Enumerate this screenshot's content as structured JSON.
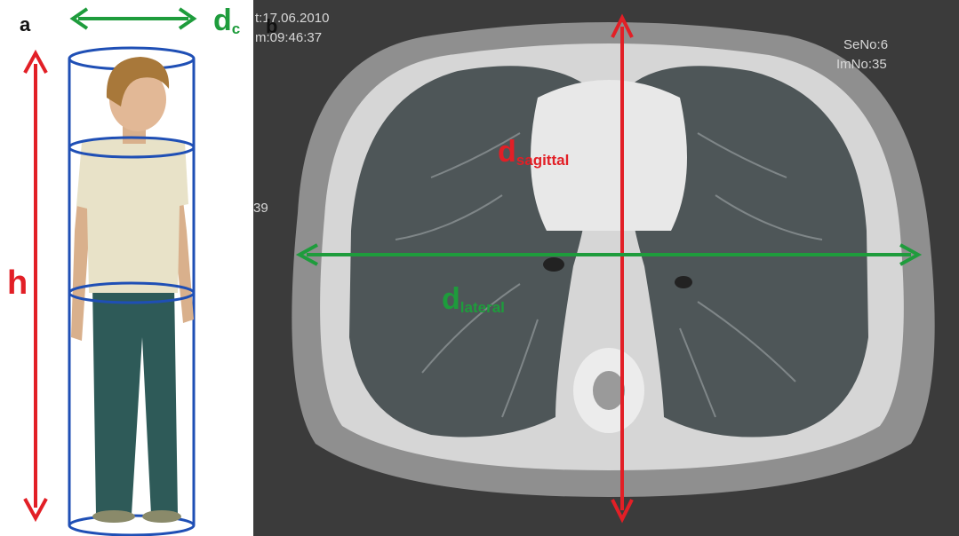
{
  "panel_a": {
    "letter": "a",
    "height_label": "h",
    "diameter_label": {
      "main": "d",
      "sub": "c"
    },
    "colors": {
      "height_arrow": "#e21f26",
      "diameter_arrow": "#1e9c3c",
      "cylinder": "#1f4fb5"
    }
  },
  "panel_b": {
    "letter": "b",
    "overlay": {
      "top_left_line1": "t:17.06.2010",
      "top_left_line2": "m:09:46:37",
      "top_right_line1": "SeNo:6",
      "top_right_line2": "ImNo:35",
      "left_edge": "39"
    },
    "sagittal_label": {
      "main": "d",
      "sub": "sagittal"
    },
    "lateral_label": {
      "main": "d",
      "sub": "lateral"
    },
    "colors": {
      "sagittal_arrow": "#e21f26",
      "lateral_arrow": "#1e9c3c"
    }
  }
}
